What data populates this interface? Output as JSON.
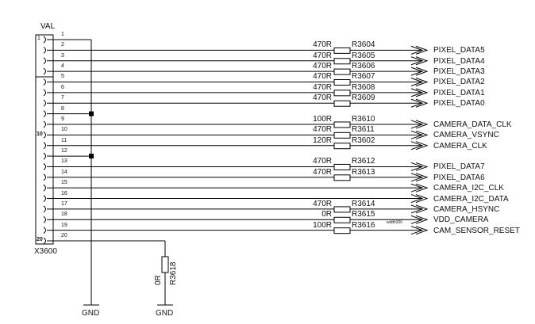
{
  "connector": {
    "ref": "X3600",
    "value": "VAL",
    "first_pin_marker": "1",
    "mid_pin_marker": "10",
    "last_pin_marker": "20",
    "pins": [
      "1",
      "2",
      "3",
      "4",
      "5",
      "6",
      "7",
      "8",
      "9",
      "10",
      "11",
      "12",
      "13",
      "14",
      "15",
      "16",
      "17",
      "18",
      "19",
      "20"
    ]
  },
  "nets": [
    {
      "pin": 2,
      "value": "470R",
      "ref": "R3604",
      "signal": "PIXEL_DATA5"
    },
    {
      "pin": 3,
      "value": "470R",
      "ref": "R3605",
      "signal": "PIXEL_DATA4"
    },
    {
      "pin": 4,
      "value": "470R",
      "ref": "R3606",
      "signal": "PIXEL_DATA3"
    },
    {
      "pin": 5,
      "value": "470R",
      "ref": "R3607",
      "signal": "PIXEL_DATA2"
    },
    {
      "pin": 6,
      "value": "470R",
      "ref": "R3608",
      "signal": "PIXEL_DATA1"
    },
    {
      "pin": 7,
      "value": "470R",
      "ref": "R3609",
      "signal": "PIXEL_DATA0"
    },
    {
      "pin": 9,
      "value": "100R",
      "ref": "R3610",
      "signal": "CAMERA_DATA_CLK"
    },
    {
      "pin": 10,
      "value": "470R",
      "ref": "R3611",
      "signal": "CAMERA_VSYNC"
    },
    {
      "pin": 11,
      "value": "120R",
      "ref": "R3602",
      "signal": "CAMERA_CLK"
    },
    {
      "pin": 13,
      "value": "470R",
      "ref": "R3612",
      "signal": "PIXEL_DATA7"
    },
    {
      "pin": 14,
      "value": "470R",
      "ref": "R3613",
      "signal": "PIXEL_DATA6"
    },
    {
      "pin": 15,
      "value": "",
      "ref": "",
      "signal": "CAMERA_I2C_CLK"
    },
    {
      "pin": 16,
      "value": "",
      "ref": "",
      "signal": "CAMERA_I2C_DATA"
    },
    {
      "pin": 17,
      "value": "470R",
      "ref": "R3614",
      "signal": "CAMERA_HSYNC"
    },
    {
      "pin": 18,
      "value": "0R",
      "ref": "R3615",
      "signal": "VDD_CAMERA"
    },
    {
      "pin": 19,
      "value": "100R",
      "ref": "R3616",
      "signal": "CAM_SENSOR_RESET"
    }
  ],
  "width_note": "width300",
  "gnd_resistor": {
    "value": "0R",
    "ref": "R3618"
  },
  "gnd_labels": [
    "GND",
    "GND"
  ],
  "gnd_pins": [
    1,
    8,
    12
  ]
}
